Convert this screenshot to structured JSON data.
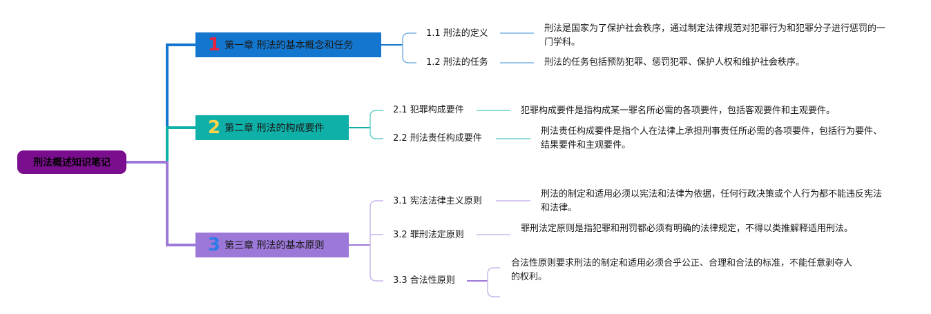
{
  "root": {
    "title": "刑法概述知识笔记"
  },
  "chapters": [
    {
      "num": "1",
      "title": "第一章 刑法的基本概念和任务",
      "color": "#1377cf",
      "sections": [
        {
          "label": "1.1 刑法的定义",
          "desc": "刑法是国家为了保护社会秩序，通过制定法律规范对犯罪行为和犯罪分子进行惩罚的一门学科。"
        },
        {
          "label": "1.2 刑法的任务",
          "desc": "刑法的任务包括预防犯罪、惩罚犯罪、保护人权和维护社会秩序。"
        }
      ]
    },
    {
      "num": "2",
      "title": "第二章 刑法的构成要件",
      "color": "#0fb0a8",
      "sections": [
        {
          "label": "2.1 犯罪构成要件",
          "desc": "犯罪构成要件是指构成某一罪名所必需的各项要件，包括客观要件和主观要件。"
        },
        {
          "label": "2.2 刑法责任构成要件",
          "desc": "刑法责任构成要件是指个人在法律上承担刑事责任所必需的各项要件，包括行为要件、结果要件和主观要件。"
        }
      ]
    },
    {
      "num": "3",
      "title": "第三章 刑法的基本原则",
      "color": "#9c78d8",
      "sections": [
        {
          "label": "3.1 宪法法律主义原则",
          "desc": "刑法的制定和适用必须以宪法和法律为依据，任何行政决策或个人行为都不能违反宪法和法律。"
        },
        {
          "label": "3.2 罪刑法定原则",
          "desc": "罪刑法定原则是指犯罪和刑罚都必须有明确的法律规定，不得以类推解释适用刑法。"
        },
        {
          "label": "3.3 合法性原则",
          "desc": "合法性原则要求刑法的制定和适用必须合乎公正、合理和合法的标准，不能任意剥夺人的权利。"
        }
      ]
    }
  ]
}
